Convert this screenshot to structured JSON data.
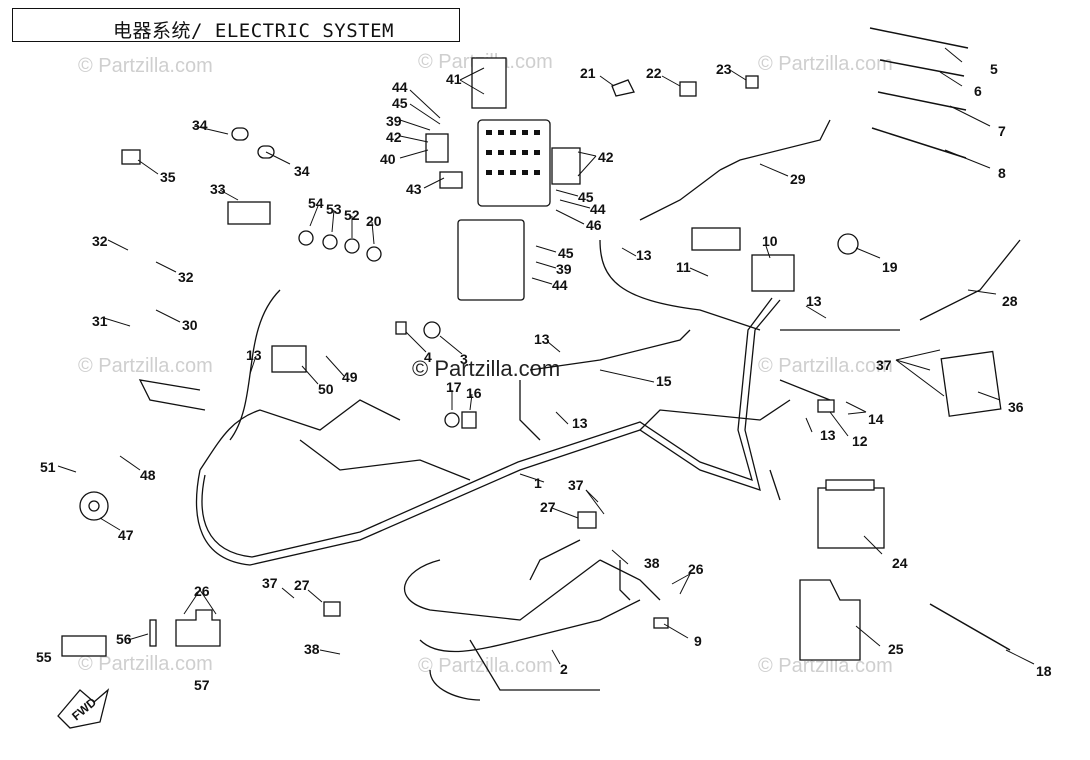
{
  "title": "电器系统/ ELECTRIC SYSTEM",
  "watermark": "© Partzilla.com",
  "fwd_label": "FWD",
  "callouts": [
    "1",
    "2",
    "3",
    "4",
    "5",
    "6",
    "7",
    "8",
    "9",
    "10",
    "11",
    "12",
    "13",
    "14",
    "15",
    "16",
    "17",
    "18",
    "19",
    "20",
    "21",
    "22",
    "23",
    "24",
    "25",
    "26",
    "27",
    "28",
    "29",
    "30",
    "31",
    "32",
    "33",
    "34",
    "35",
    "36",
    "37",
    "38",
    "39",
    "40",
    "41",
    "42",
    "43",
    "44",
    "45",
    "46",
    "47",
    "48",
    "49",
    "50",
    "51",
    "52",
    "53",
    "54",
    "55",
    "56",
    "57"
  ],
  "colors": {
    "line": "#111111",
    "watermark": "#cfcfcf",
    "background": "#ffffff"
  }
}
